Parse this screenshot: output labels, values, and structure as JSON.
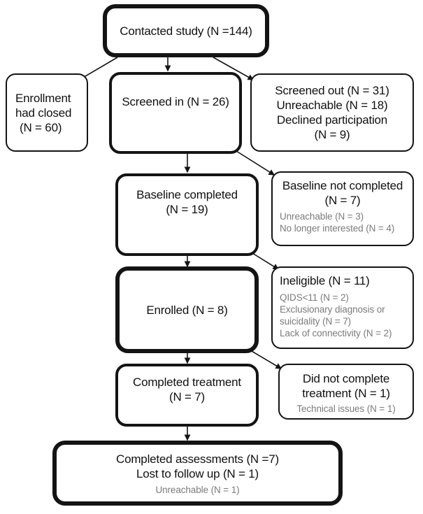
{
  "chart_data": {
    "type": "diagram",
    "title": "CONSORT participant flow diagram",
    "nodes": [
      {
        "id": "contacted",
        "lines": [
          "Contacted study (N =144)"
        ],
        "subs": [],
        "n": 144
      },
      {
        "id": "enrollment_closed",
        "lines": [
          "Enrollment",
          "had closed",
          "(N = 60)"
        ],
        "subs": [],
        "n": 60
      },
      {
        "id": "screened_in",
        "lines": [
          "Screened in (N = 26)"
        ],
        "subs": [],
        "n": 26
      },
      {
        "id": "screened_out",
        "lines": [
          "Screened out (N = 31)",
          "Unreachable (N = 18)",
          "Declined participation",
          "(N = 9)"
        ],
        "subs": [],
        "n": 31
      },
      {
        "id": "baseline_completed",
        "lines": [
          "Baseline completed",
          "(N = 19)"
        ],
        "subs": [],
        "n": 19
      },
      {
        "id": "baseline_not_completed",
        "lines": [
          "Baseline not completed",
          "(N = 7)"
        ],
        "subs": [
          "Unreachable (N = 3)",
          "No longer interested (N = 4)"
        ],
        "n": 7
      },
      {
        "id": "enrolled",
        "lines": [
          "Enrolled (N = 8)"
        ],
        "subs": [],
        "n": 8
      },
      {
        "id": "ineligible",
        "lines": [
          "Ineligible (N = 11)"
        ],
        "subs": [
          "QIDS<11 (N = 2)",
          "Exclusionary diagnosis or suicidality (N = 7)",
          "Lack of connectivity (N = 2)"
        ],
        "n": 11
      },
      {
        "id": "completed_treatment",
        "lines": [
          "Completed treatment",
          "(N = 7)"
        ],
        "subs": [],
        "n": 7
      },
      {
        "id": "did_not_complete",
        "lines": [
          "Did not complete",
          "treatment (N = 1)"
        ],
        "subs": [
          "Technical issues (N = 1)"
        ],
        "n": 1
      },
      {
        "id": "completed_assessments",
        "lines": [
          "Completed assessments (N =7)",
          "Lost to follow up (N = 1)"
        ],
        "subs": [
          "Unreachable (N = 1)"
        ],
        "n": 7
      }
    ],
    "edges": [
      {
        "from": "contacted",
        "to": "enrollment_closed"
      },
      {
        "from": "contacted",
        "to": "screened_in"
      },
      {
        "from": "contacted",
        "to": "screened_out"
      },
      {
        "from": "screened_in",
        "to": "baseline_completed"
      },
      {
        "from": "screened_in",
        "to": "baseline_not_completed"
      },
      {
        "from": "baseline_completed",
        "to": "enrolled"
      },
      {
        "from": "baseline_completed",
        "to": "ineligible"
      },
      {
        "from": "enrolled",
        "to": "completed_treatment"
      },
      {
        "from": "enrolled",
        "to": "did_not_complete"
      },
      {
        "from": "completed_treatment",
        "to": "completed_assessments"
      }
    ],
    "colors": {
      "stroke": "#141414",
      "text": "#111111",
      "subtext": "#7b7b7b",
      "background": "#ffffff"
    }
  },
  "contacted": {
    "line1": "Contacted study (N =144)"
  },
  "enrollment_closed": {
    "line1": "Enrollment",
    "line2": "had closed",
    "line3": "(N = 60)"
  },
  "screened_in": {
    "line1": "Screened in (N = 26)"
  },
  "screened_out": {
    "line1": "Screened out (N = 31)",
    "line2": "Unreachable (N = 18)",
    "line3": "Declined participation",
    "line4": "(N = 9)"
  },
  "baseline_completed": {
    "line1": "Baseline completed",
    "line2": "(N = 19)"
  },
  "baseline_not_completed": {
    "line1": "Baseline not completed",
    "line2": "(N = 7)",
    "sub1": "Unreachable (N = 3)",
    "sub2": "No longer interested (N = 4)"
  },
  "enrolled": {
    "line1": "Enrolled (N = 8)"
  },
  "ineligible": {
    "line1": "Ineligible (N = 11)",
    "sub1": "QIDS<11 (N = 2)",
    "sub2": "Exclusionary diagnosis or suicidality (N = 7)",
    "sub3": "Lack of connectivity (N = 2)"
  },
  "completed_treatment": {
    "line1": "Completed treatment",
    "line2": "(N = 7)"
  },
  "did_not_complete": {
    "line1": "Did not complete",
    "line2": "treatment (N = 1)",
    "sub1": "Technical issues (N = 1)"
  },
  "completed_assessments": {
    "line1": "Completed assessments (N =7)",
    "line2": "Lost to follow up (N = 1)",
    "sub1": "Unreachable (N = 1)"
  }
}
